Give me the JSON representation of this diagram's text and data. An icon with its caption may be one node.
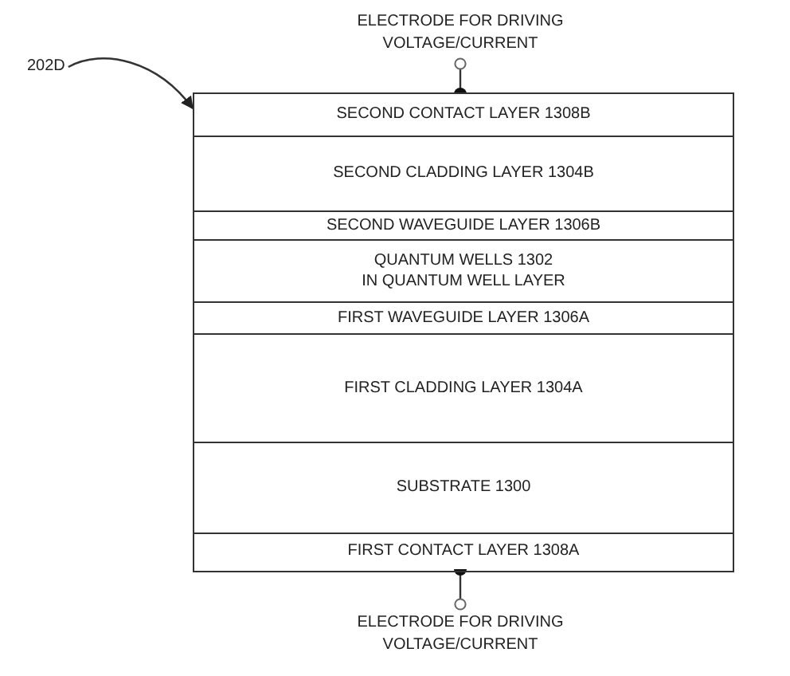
{
  "diagram": {
    "nodes": [
      {
        "text": [
          "ELECTRODE FOR DRIVING VOLTAGE/CURRENT"
        ]
      },
      {
        "text": [
          "202D"
        ]
      },
      {
        "text": [],
        "shape": "box"
      },
      {
        "text": [
          "SECOND CONTACT LAYER 1308B"
        ],
        "in": 2
      },
      {
        "text": [
          "SECOND CLADDING LAYER 1304B"
        ],
        "in": 2
      },
      {
        "text": [
          "SECOND WAVEGUIDE LAYER 1306B"
        ],
        "in": 2
      },
      {
        "text": [
          "QUANTUM WELLS 1302",
          "IN QUANTUM WELL LAYER"
        ],
        "in": 2
      },
      {
        "text": [
          "FIRST WAVEGUIDE LAYER 1306A"
        ],
        "in": 2
      },
      {
        "text": [
          "FIRST CLADDING LAYER 1304A"
        ],
        "in": 2
      },
      {
        "text": [
          "SUBSTRATE 1300"
        ],
        "in": 2
      },
      {
        "text": [
          "FIRST CONTACT LAYER 1308A"
        ],
        "in": 2
      },
      {
        "text": [
          "ELECTRODE FOR DRIVING VOLTAGE/CURRENT"
        ]
      }
    ],
    "edges": [
      {
        "from": 1,
        "to": 2,
        "arrow": "to"
      },
      {
        "from": 0,
        "to": 3,
        "arrow": "other"
      },
      {
        "from": 11,
        "to": 10,
        "arrow": "other"
      }
    ]
  }
}
